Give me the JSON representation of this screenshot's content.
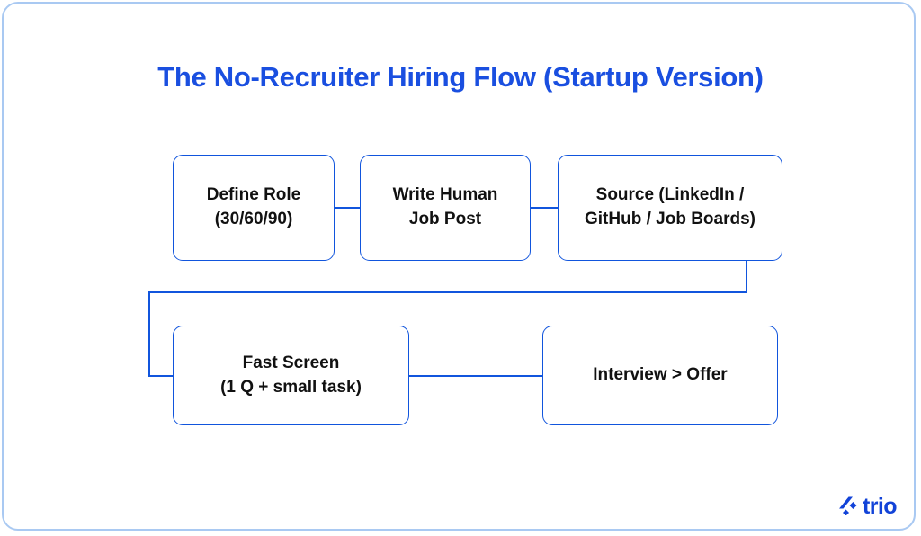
{
  "page": {
    "title": "The No-Recruiter Hiring Flow (Startup Version)",
    "background_color": "#ffffff",
    "frame_color": "#a9c9f2",
    "title_color": "#1A4FE0",
    "node_border_color": "#1155dd",
    "node_text_color": "#111111",
    "connector_color": "#1155dd"
  },
  "chart_data": {
    "type": "diagram",
    "title": "The No-Recruiter Hiring Flow (Startup Version)",
    "nodes": [
      {
        "id": "define-role",
        "label": "Define Role\n(30/60/90)"
      },
      {
        "id": "write-job-post",
        "label": "Write Human\nJob Post"
      },
      {
        "id": "source",
        "label": "Source (LinkedIn /\nGitHub / Job Boards)"
      },
      {
        "id": "fast-screen",
        "label": "Fast Screen\n(1 Q + small task)"
      },
      {
        "id": "interview-offer",
        "label": "Interview > Offer"
      }
    ],
    "edges": [
      {
        "from": "define-role",
        "to": "write-job-post"
      },
      {
        "from": "write-job-post",
        "to": "source"
      },
      {
        "from": "source",
        "to": "fast-screen"
      },
      {
        "from": "fast-screen",
        "to": "interview-offer"
      }
    ]
  },
  "logo": {
    "wordmark": "trio",
    "mark_name": "trio-mark-icon",
    "color": "#1243d8"
  }
}
